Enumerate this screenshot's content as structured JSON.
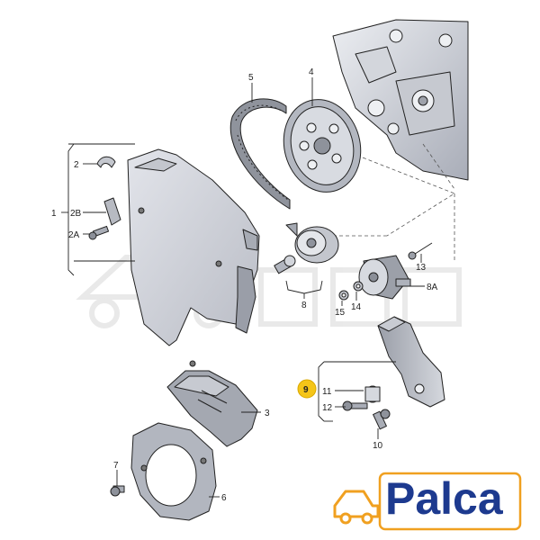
{
  "diagram": {
    "labels": {
      "l1": "1",
      "l2": "2",
      "l2b": "2B",
      "l2a": "2A",
      "l3": "3",
      "l4": "4",
      "l5": "5",
      "l6": "6",
      "l7": "7",
      "l8": "8",
      "l8a": "8A",
      "l9": "9",
      "l10": "10",
      "l11": "11",
      "l12": "12",
      "l13": "13",
      "l14": "14",
      "l15": "15"
    },
    "highlight_color": "#f5c518"
  },
  "brand": {
    "name": "Palca",
    "text_color": "#1d3a8f",
    "accent_color": "#f0a020"
  }
}
